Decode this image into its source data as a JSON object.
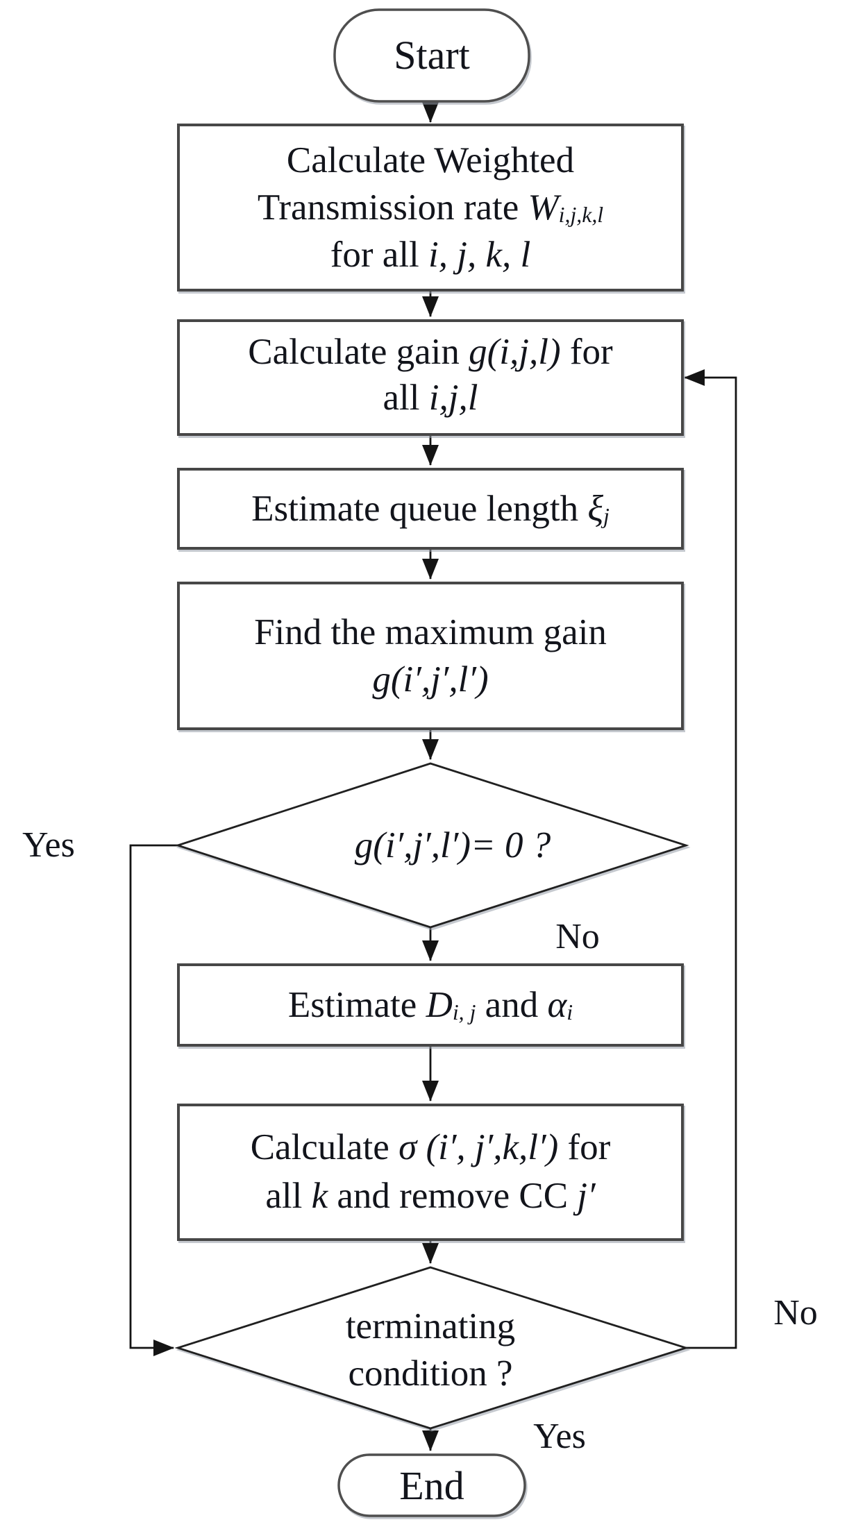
{
  "diagram": {
    "type": "flowchart",
    "palette": {
      "background": "#ffffff",
      "line": "#141414",
      "box_border": "#474747",
      "text": "#12141b"
    },
    "nodes": [
      {
        "id": "start",
        "shape": "terminator",
        "lines": [
          [
            {
              "t": "Start"
            }
          ]
        ]
      },
      {
        "id": "calc-weighted-rate",
        "shape": "process",
        "lines": [
          [
            {
              "t": "Calculate Weighted"
            }
          ],
          [
            {
              "t": "Transmission rate "
            },
            {
              "t": "W",
              "i": true
            },
            {
              "t": "i,j,k,l",
              "i": true,
              "sub": true
            }
          ],
          [
            {
              "t": "for all "
            },
            {
              "t": "i, j, k, l",
              "i": true
            }
          ]
        ]
      },
      {
        "id": "calc-gain",
        "shape": "process",
        "lines": [
          [
            {
              "t": "Calculate gain "
            },
            {
              "t": "g(i,j,l)",
              "i": true
            },
            {
              "t": " for"
            }
          ],
          [
            {
              "t": "all "
            },
            {
              "t": "i,j,l",
              "i": true
            }
          ]
        ]
      },
      {
        "id": "estimate-queue-length",
        "shape": "process",
        "lines": [
          [
            {
              "t": "Estimate queue length "
            },
            {
              "t": "ξ",
              "i": true
            },
            {
              "t": "j",
              "i": true,
              "sub": true
            }
          ]
        ]
      },
      {
        "id": "find-maximum-gain",
        "shape": "process",
        "lines": [
          [
            {
              "t": "Find the maximum gain"
            }
          ],
          [
            {
              "t": "g(i′,j′,l′)",
              "i": true
            }
          ]
        ]
      },
      {
        "id": "gain-zero-decision",
        "shape": "decision",
        "lines": [
          [
            {
              "t": "g(i′,j′,l′)= 0 ?",
              "i": true
            }
          ]
        ]
      },
      {
        "id": "estimate-d-alpha",
        "shape": "process",
        "lines": [
          [
            {
              "t": "Estimate "
            },
            {
              "t": "D",
              "i": true
            },
            {
              "t": "i, j",
              "i": true,
              "sub": true
            },
            {
              "t": " and "
            },
            {
              "t": "α",
              "i": true
            },
            {
              "t": "i",
              "i": true,
              "sub": true
            }
          ]
        ]
      },
      {
        "id": "calc-sigma-remove-cc",
        "shape": "process",
        "lines": [
          [
            {
              "t": "Calculate "
            },
            {
              "t": "σ (i′, j′,k,l′)",
              "i": true
            },
            {
              "t": " for"
            }
          ],
          [
            {
              "t": "all "
            },
            {
              "t": "k",
              "i": true
            },
            {
              "t": " and remove CC "
            },
            {
              "t": "j′",
              "i": true
            }
          ]
        ]
      },
      {
        "id": "terminating-decision",
        "shape": "decision",
        "lines": [
          [
            {
              "t": "terminating"
            }
          ],
          [
            {
              "t": "condition ?"
            }
          ]
        ]
      },
      {
        "id": "end",
        "shape": "terminator",
        "lines": [
          [
            {
              "t": "End"
            }
          ]
        ]
      }
    ],
    "edge_labels": [
      {
        "id": "gain-zero-yes",
        "text": "Yes"
      },
      {
        "id": "gain-zero-no",
        "text": "No"
      },
      {
        "id": "terminating-no",
        "text": "No"
      },
      {
        "id": "terminating-yes",
        "text": "Yes"
      }
    ]
  }
}
